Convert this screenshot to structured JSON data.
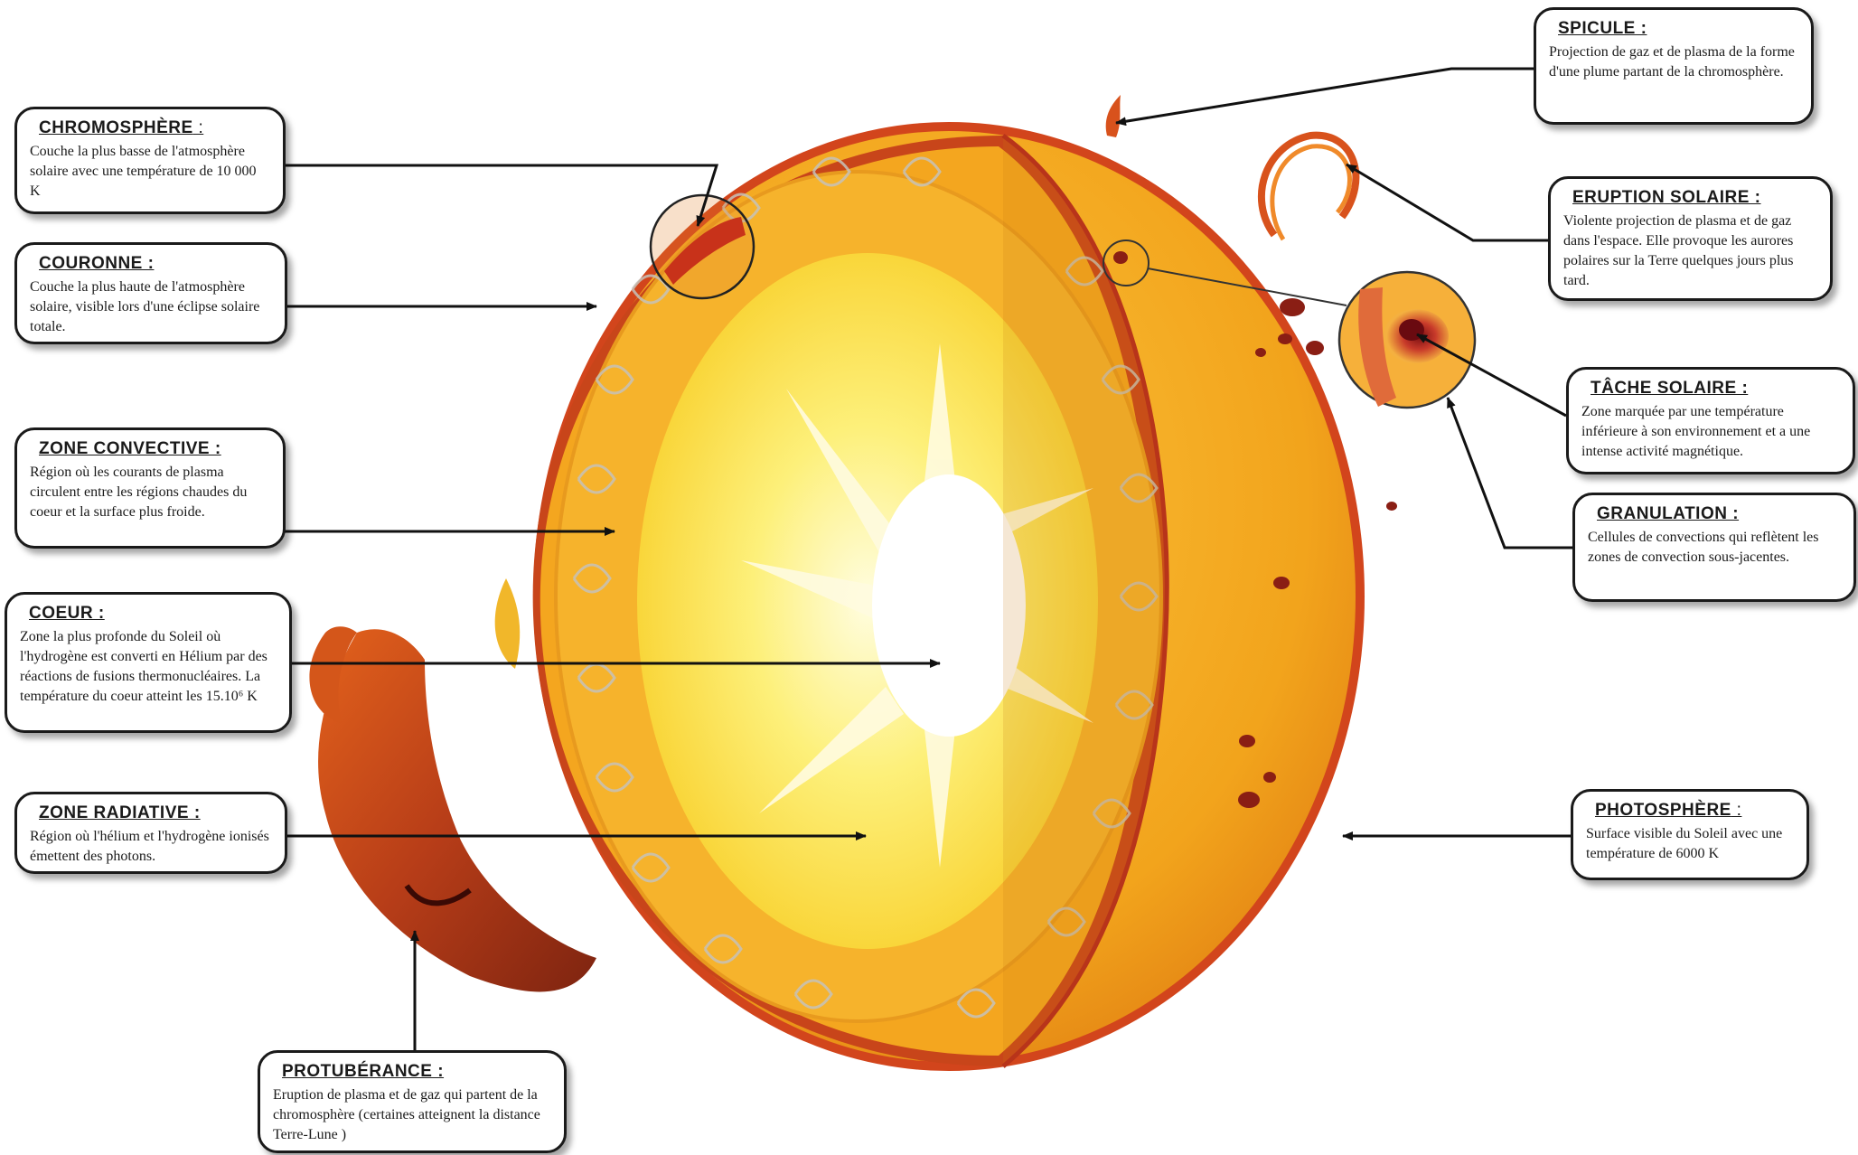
{
  "colors": {
    "corona": "#c8321a",
    "surface": "#f3a21a",
    "convective": "#f7b52a",
    "radiative": "#fbe04a",
    "core": "#ffffff",
    "prominence": "#b03a1a",
    "arrow": "#111111",
    "box_border": "#1a1a1a"
  },
  "labels": {
    "chromosphere": {
      "title": "CHROMOSPHÈRE",
      "sep": " :",
      "desc": "Couche la plus basse de l'atmosphère solaire avec une température de 10 000 K"
    },
    "couronne": {
      "title": "COURONNE :",
      "desc": "Couche la plus haute de l'atmosphère solaire, visible lors d'une éclipse solaire totale."
    },
    "zone_convective": {
      "title": "ZONE CONVECTIVE :",
      "desc": "Région où les courants de plasma circulent entre les régions chaudes du coeur et la surface plus froide."
    },
    "coeur": {
      "title": "COEUR :",
      "desc": "Zone la plus profonde du Soleil où l'hydrogène est converti en Hélium par des réactions de fusions thermonucléaires. La température du coeur atteint les 15.10⁶ K"
    },
    "zone_radiative": {
      "title": "ZONE RADIATIVE :",
      "desc": "Région où l'hélium et l'hydrogène ionisés émettent des photons."
    },
    "protuberance": {
      "title": "PROTUBÉRANCE :",
      "desc": "Eruption de plasma et de gaz qui partent de la chromosphère (certaines atteignent la distance Terre-Lune )"
    },
    "spicule": {
      "title": "SPICULE :",
      "desc": "Projection de gaz et de plasma de la forme d'une plume partant de la chromosphère."
    },
    "eruption_solaire": {
      "title": "ERUPTION SOLAIRE :",
      "desc": "Violente projection de plasma et de gaz dans l'espace. Elle provoque les aurores polaires sur la Terre quelques jours plus tard."
    },
    "tache_solaire": {
      "title": "TÂCHE SOLAIRE :",
      "desc": "Zone marquée par une température inférieure à son environnement et a une intense activité magnétique."
    },
    "granulation": {
      "title": "GRANULATION :",
      "desc": "Cellules de convections qui reflètent les zones de convection sous-jacentes."
    },
    "photosphere": {
      "title": "PHOTOSPHÈRE",
      "sep": " :",
      "desc": "Surface visible du Soleil avec une température de 6000 K"
    }
  }
}
